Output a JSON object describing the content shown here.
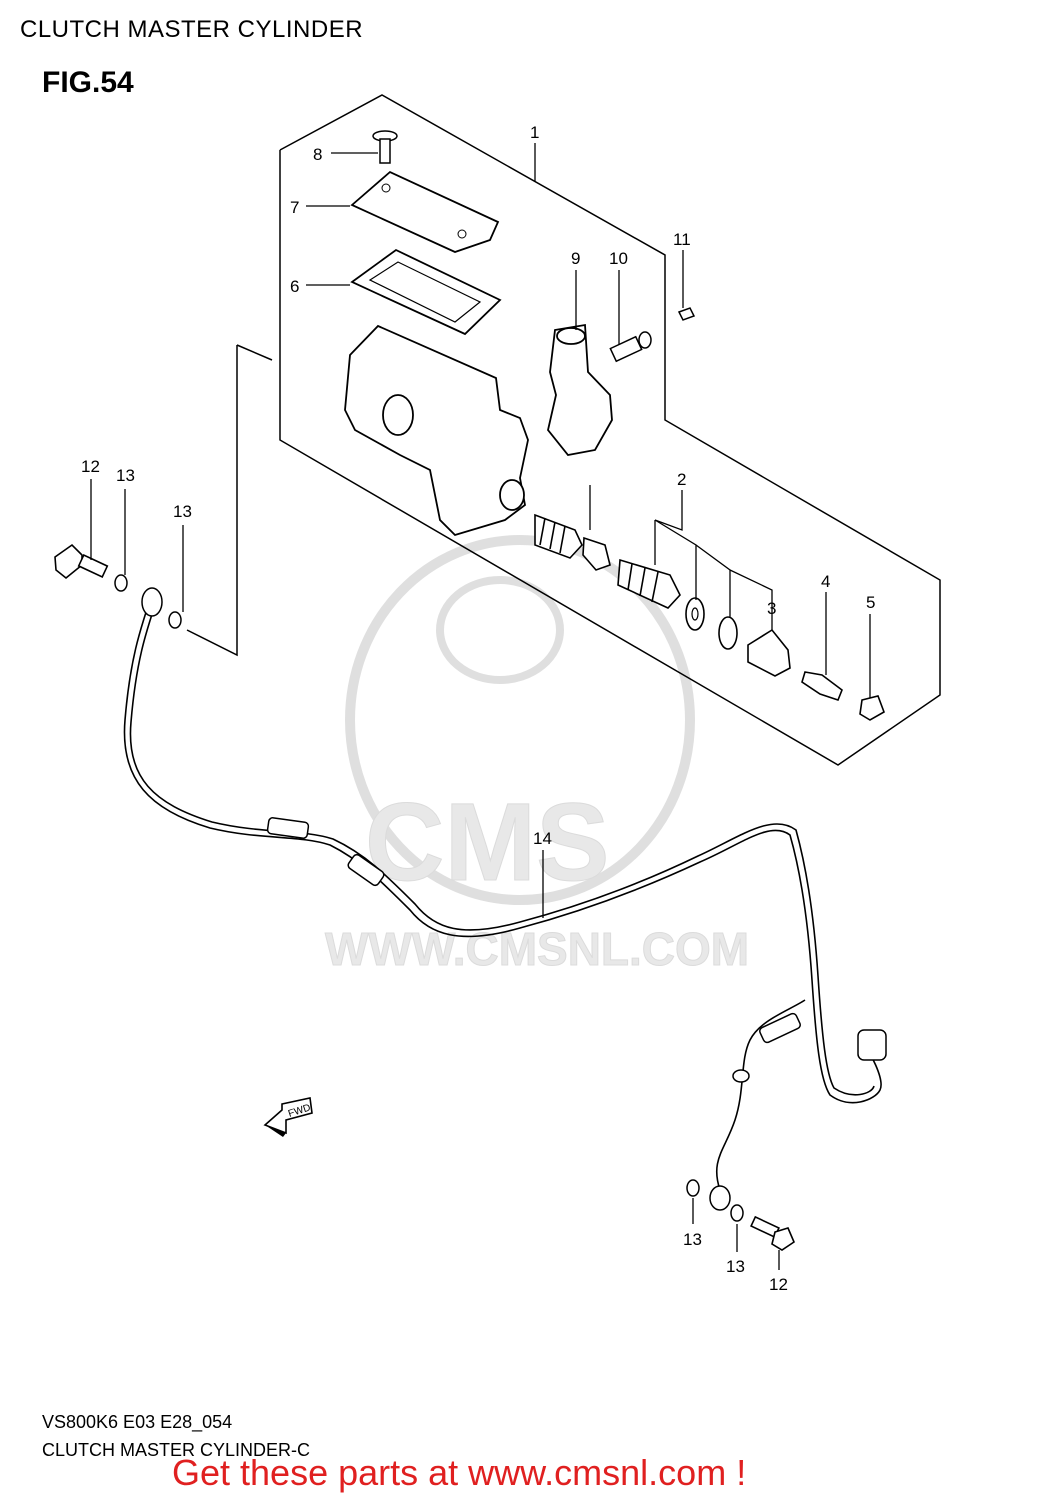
{
  "header": {
    "title": "CLUTCH MASTER CYLINDER",
    "figure": "FIG.54"
  },
  "watermark": {
    "brand": "CMS",
    "url": "WWW.CMSNL.COM"
  },
  "callouts": {
    "p1": "1",
    "p2": "2",
    "p3": "3",
    "p4": "4",
    "p5": "5",
    "p6": "6",
    "p7": "7",
    "p8": "8",
    "p9": "9",
    "p10": "10",
    "p11": "11",
    "p12a": "12",
    "p13a": "13",
    "p13b": "13",
    "p14": "14",
    "p13c": "13",
    "p13d": "13",
    "p12b": "12"
  },
  "fwd_arrow": "FWD",
  "footer": {
    "code": "VS800K6 E03 E28_054",
    "subtitle": "CLUTCH MASTER CYLINDER-C",
    "cta": "Get these parts at www.cmsnl.com !"
  },
  "colors": {
    "lines": "#000000",
    "cta": "#e02020",
    "watermark": "#e6e6e6"
  }
}
